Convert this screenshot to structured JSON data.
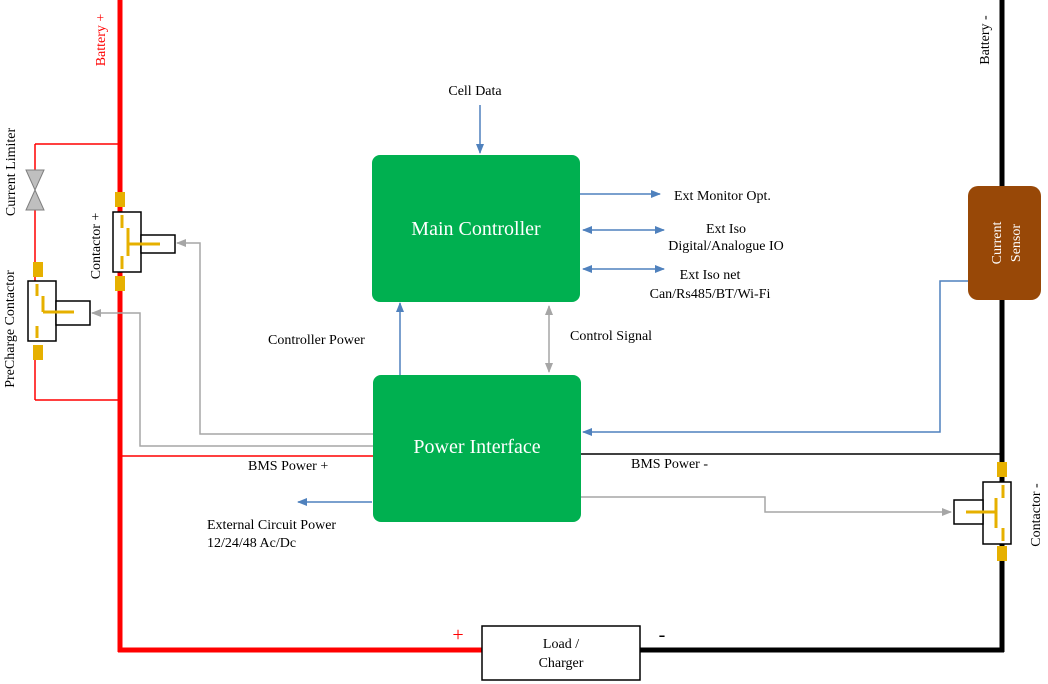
{
  "colors": {
    "battery_positive": "#ff0000",
    "battery_negative": "#000000",
    "block_fill": "#00b050",
    "current_sensor_fill": "#984807",
    "signal_arrow": "#4f81bd",
    "control_line": "#a6a6a6",
    "contact_pad": "#e6b000"
  },
  "labels": {
    "battery_plus": "Battery +",
    "battery_minus": "Battery -",
    "current_limiter": "Current Limiter",
    "precharge_contactor": "PreCharge Contactor",
    "contactor_plus": "Contactor +",
    "contactor_minus": "Contactor -",
    "cell_data": "Cell Data",
    "main_controller": "Main Controller",
    "power_interface": "Power Interface",
    "ext_monitor": "Ext Monitor Opt.",
    "ext_iso_line1": "Ext Iso",
    "ext_iso_line2": "Digital/Analogue IO",
    "ext_iso_net_line1": "Ext Iso net",
    "ext_iso_net_line2": "Can/Rs485/BT/Wi-Fi",
    "current_sensor_line1": "Current",
    "current_sensor_line2": "Sensor",
    "controller_power": "Controller Power",
    "control_signal": "Control Signal",
    "bms_power_plus": "BMS Power +",
    "bms_power_minus": "BMS Power -",
    "external_power_line1": "External Circuit Power",
    "external_power_line2": "12/24/48 Ac/Dc",
    "load_line1": "Load /",
    "load_line2": "Charger",
    "plus_sign": "+",
    "minus_sign": "-"
  }
}
